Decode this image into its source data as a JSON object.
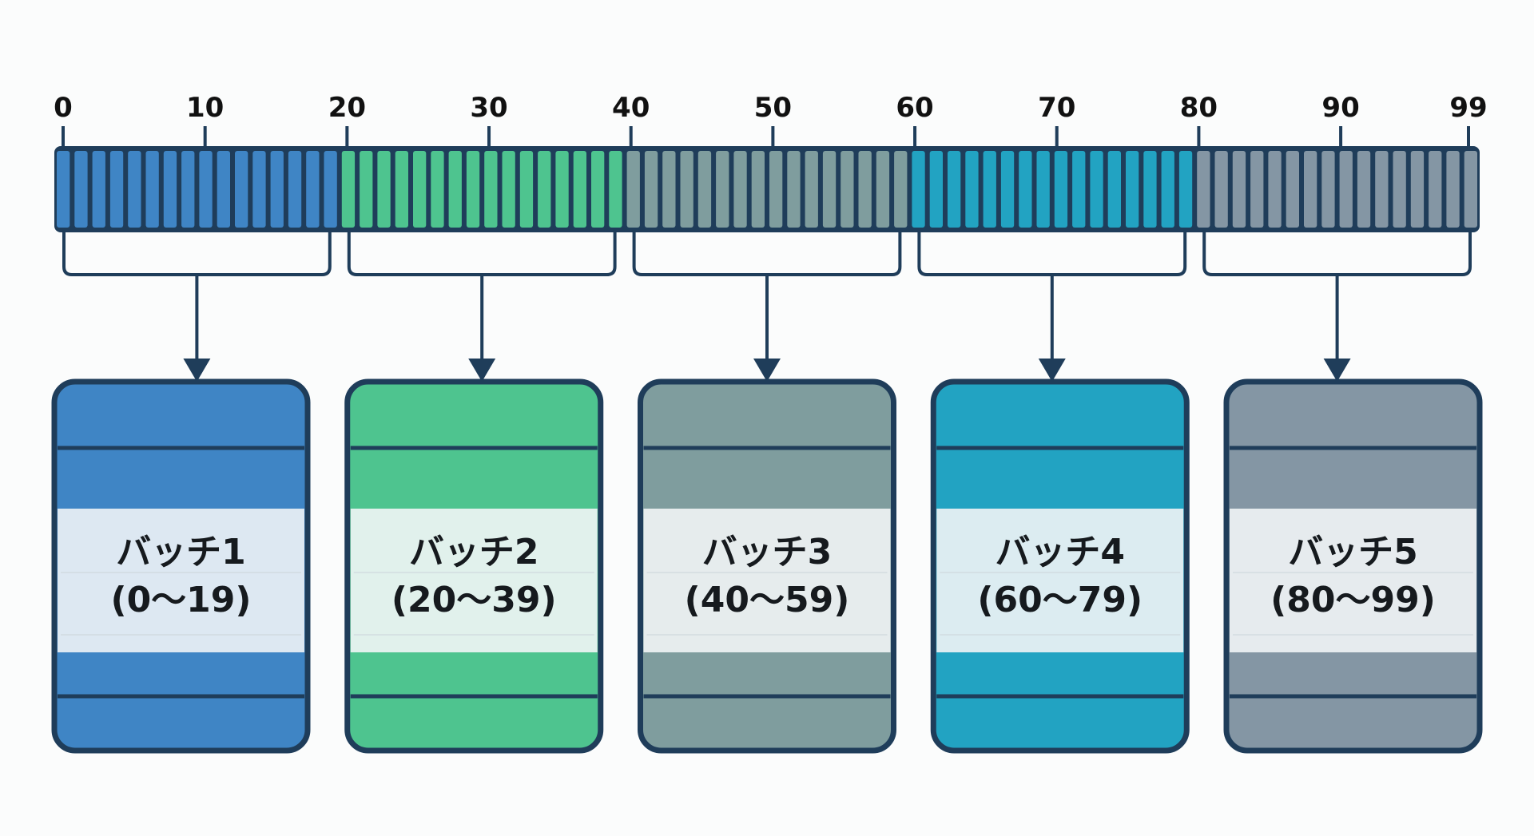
{
  "diagram": {
    "title": "",
    "range": {
      "min": 0,
      "max": 99
    },
    "ticks": [
      0,
      10,
      20,
      30,
      40,
      50,
      60,
      70,
      80,
      90,
      99
    ],
    "cells_per_batch_drawn": 16,
    "stroke_color": "#1f3d5a",
    "band_color": "#e3edf2",
    "batches": [
      {
        "name": "バッチ1",
        "range_label": "(0〜19)",
        "start": 0,
        "end": 19,
        "color": "#3f85c5",
        "band": "#dde8f2"
      },
      {
        "name": "バッチ2",
        "range_label": "(20〜39)",
        "start": 20,
        "end": 39,
        "color": "#4ec48f",
        "band": "#e1f1ec"
      },
      {
        "name": "バッチ3",
        "range_label": "(40〜59)",
        "start": 40,
        "end": 59,
        "color": "#7f9d9e",
        "band": "#e6eced"
      },
      {
        "name": "バッチ4",
        "range_label": "(60〜79)",
        "start": 60,
        "end": 79,
        "color": "#22a3c2",
        "band": "#dcecf1"
      },
      {
        "name": "バッチ5",
        "range_label": "(80〜99)",
        "start": 80,
        "end": 99,
        "color": "#8496a4",
        "band": "#e6ebee"
      }
    ]
  }
}
